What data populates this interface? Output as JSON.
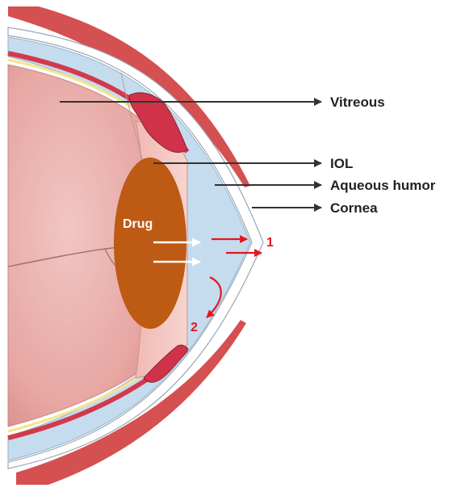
{
  "labels": {
    "vitreous": "Vitreous",
    "iol": "IOL",
    "aqueous": "Aqueous humor",
    "cornea": "Cornea",
    "drug": "Drug",
    "path1": "1",
    "path2": "2"
  },
  "colors": {
    "red_arrow": "#e8141c",
    "pointer_arrow": "#333333",
    "drug_fill": "#bd5a14",
    "aqueous_fill": "#c5dcee",
    "vitreous_fill": "#e9aaa6",
    "ciliary_fill": "#d0324a",
    "sclera_band": "#d55050"
  }
}
